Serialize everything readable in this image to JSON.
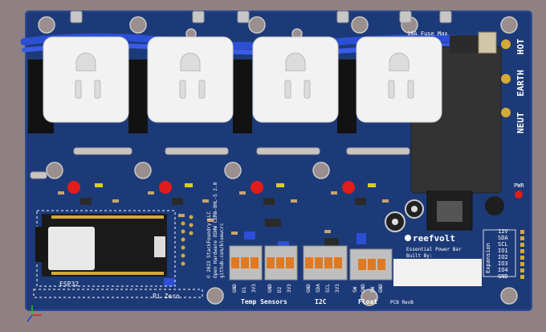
{
  "colors": {
    "background": "#8f8183",
    "board": "#1d3a78",
    "board_dark": "#16295a",
    "silkscreen": "#ffffff",
    "outlet": "#f2f2f2",
    "terminal_orange": "#e07a22",
    "terminal_gray": "#bfbfbf",
    "led_red": "#e01c1c",
    "relay": "#333333",
    "mcu": "#1a1a1a",
    "cable_blue": "#2c4fd6"
  },
  "labels": {
    "fuse": "10A Fuse Max",
    "hot": "HOT",
    "earth": "EARTH",
    "neut": "NEUT",
    "pwr": "PWR",
    "esp32": "ESP32",
    "pizero": "Pi Zero",
    "temp_sensors": "Temp Sensors",
    "i2c": "I2C",
    "float": "Float",
    "pcb_rev": "PCB RevB",
    "brand": "reefvolt",
    "product": "Essential Power Bar",
    "built_by": "Built By:",
    "expansion": "Expansion",
    "copyright_1": "© 2023 StackFoundry LLC",
    "copyright_2": "Open Hardware OSHW CERN-OHL-S 2.0",
    "copyright_3": "github.com/bluewcrc"
  },
  "expansion_pins": [
    "12V",
    "SDA",
    "SCL",
    "IO1",
    "IO2",
    "IO3",
    "IO4",
    "GND"
  ],
  "terminal_pins": {
    "temp_a": [
      "GND",
      "D1",
      "3V3"
    ],
    "temp_b": [
      "GND",
      "D2",
      "3V3"
    ],
    "i2c": [
      "GND",
      "SDA",
      "SCL",
      "3V3"
    ],
    "float": [
      "SW",
      "GND",
      "SW",
      "GND"
    ]
  },
  "outlet_count": 4
}
